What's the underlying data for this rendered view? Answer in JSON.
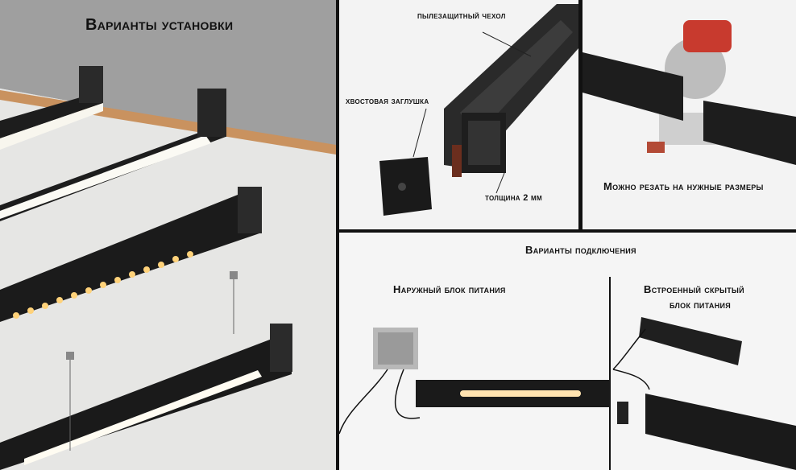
{
  "install": {
    "title": "Варианты установки"
  },
  "profile": {
    "dust_cover_label": "пылезащитный чехол",
    "end_cap_label": "хвостовая заглушка",
    "thickness_label": "толщина 2 мм"
  },
  "cutting": {
    "caption": "Можно резать на нужные размеры"
  },
  "connection": {
    "title": "Варианты подключения",
    "external_label": "Наружный блок питания",
    "builtin_label_line1": "Встроенный скрытый",
    "builtin_label_line2": "блок питания"
  },
  "colors": {
    "track": "#1c1c1c",
    "led_warm": "#ffd27a",
    "panel_bg": "#f2f2f2",
    "divider": "#111111"
  }
}
